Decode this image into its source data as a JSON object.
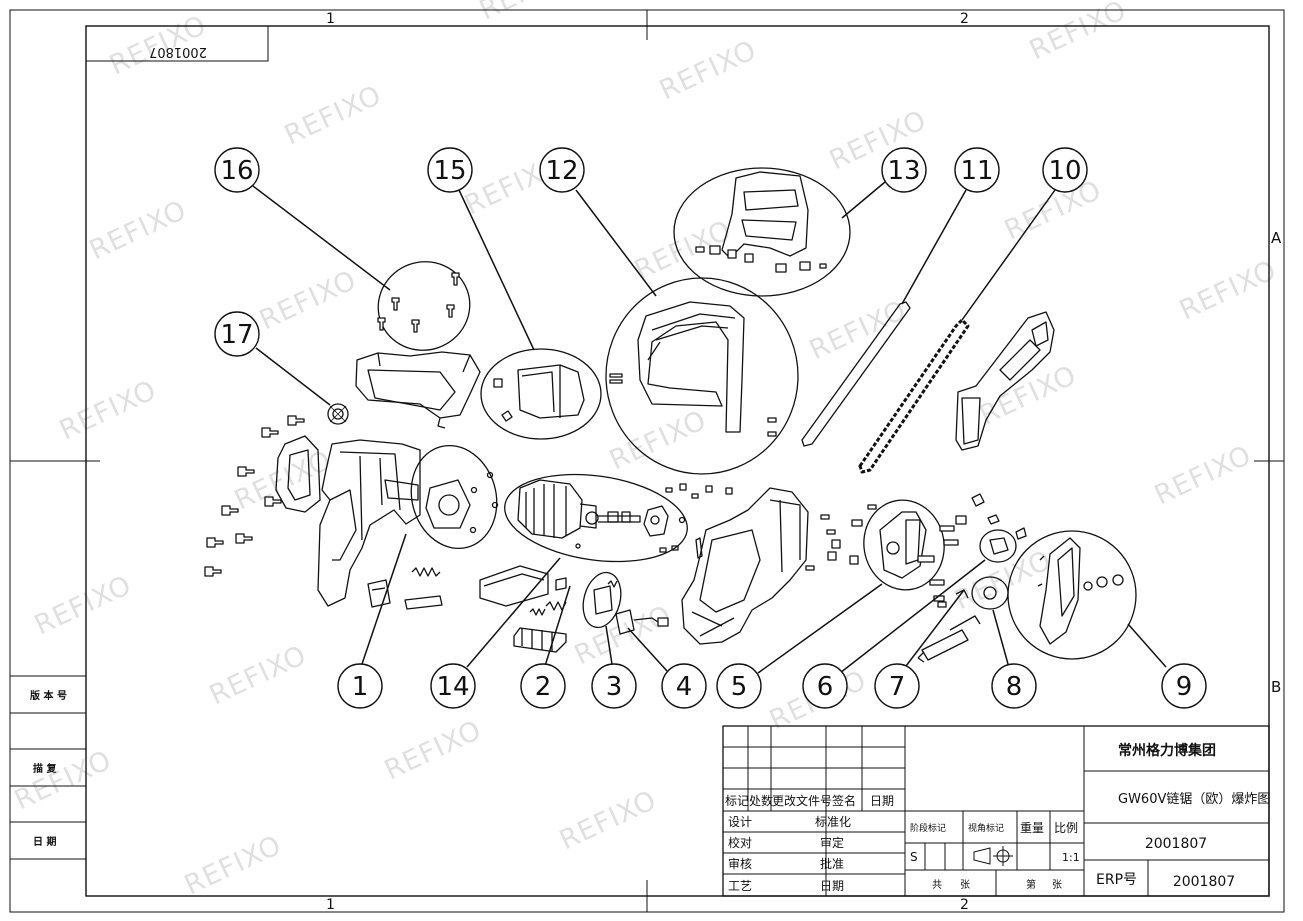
{
  "drawing": {
    "stamp_number": "2001807",
    "grid_cols": [
      "1",
      "2"
    ],
    "grid_rows": [
      "A",
      "B"
    ],
    "watermark": "REFIXO",
    "left_strip": {
      "version": "版 本 号",
      "copy": "描  复",
      "date": "日  期"
    }
  },
  "callouts": [
    "1",
    "2",
    "3",
    "4",
    "5",
    "6",
    "7",
    "8",
    "9",
    "10",
    "11",
    "12",
    "13",
    "14",
    "15",
    "16",
    "17"
  ],
  "title_block": {
    "company": "常州格力博集团",
    "drawing_title": "GW60V链锯（欧）爆炸图",
    "drawing_number": "2001807",
    "erp_label": "ERP号",
    "erp_value": "2001807",
    "revision_headers": [
      "标记",
      "处数",
      "更改文件号",
      "签名",
      "日期"
    ],
    "signoff_left": [
      "设计",
      "校对",
      "审核",
      "工艺"
    ],
    "signoff_right": [
      "标准化",
      "审定",
      "批准",
      "日期"
    ],
    "stage_label": "阶段标记",
    "view_label": "视角标记",
    "weight_label": "重量",
    "scale_label": "比例",
    "stage_value": "S",
    "scale_value": "1:1",
    "total_sheets_label": "共",
    "sheets_unit_1": "张",
    "sheet_no_label": "第",
    "sheets_unit_2": "张"
  }
}
